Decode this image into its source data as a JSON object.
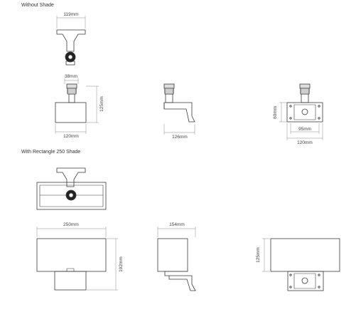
{
  "sections": {
    "without_shade": {
      "title": "Without Shade"
    },
    "with_shade": {
      "title": "With Rectangle 250 Shade"
    }
  },
  "dimensions": {
    "ws_top_width": "119mm",
    "ws_front_top_width": "38mm",
    "ws_front_height": "125mm",
    "ws_front_width": "120mm",
    "ws_side_depth": "126mm",
    "ws_back_height": "60mm",
    "ws_back_inner_width": "95mm",
    "ws_back_outer_width": "120mm",
    "rs_front_width": "250mm",
    "rs_front_height": "192mm",
    "rs_side_depth": "154mm",
    "rs_back_height": "125mm"
  },
  "colors": {
    "line": "#3a3a3a",
    "dim": "#8a8a8a"
  }
}
